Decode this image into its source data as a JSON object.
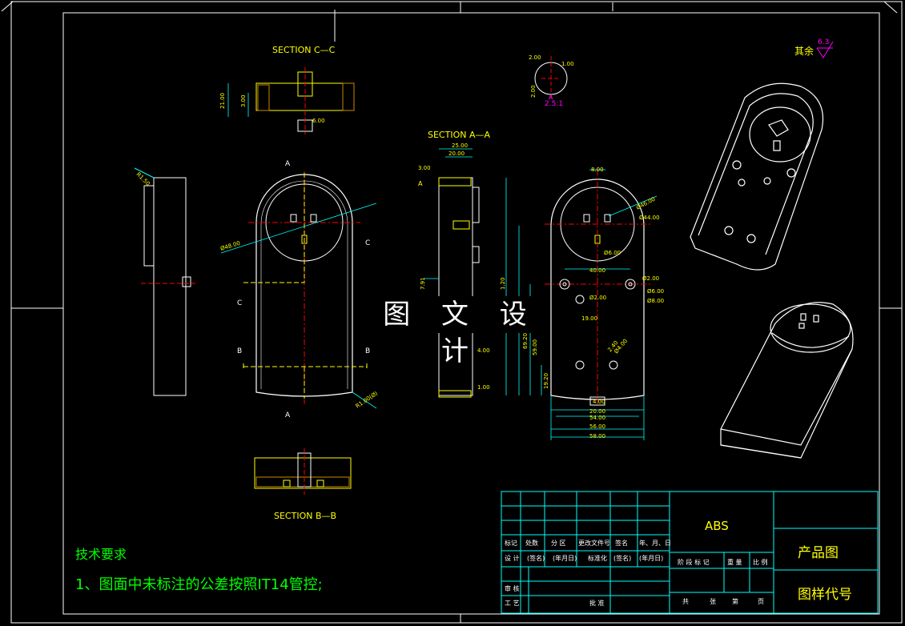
{
  "watermark": "图 文 设 计",
  "sections": {
    "cc": "SECTION C—C",
    "aa": "SECTION A—A",
    "bb": "SECTION B—B"
  },
  "markers": {
    "A": "A",
    "B": "B",
    "C": "C"
  },
  "detail": {
    "label": "A",
    "scale": "2.5:1",
    "d1": "2.00",
    "d2": "1.00",
    "d3": "2.00"
  },
  "roughness": {
    "prefix": "其余",
    "value": "6.3"
  },
  "tech_req": {
    "title": "技术要求",
    "line1": "1、图面中未标注的公差按照IT14管控;"
  },
  "dims": {
    "cc_w1": "21.00",
    "cc_w2": "3.00",
    "cc_w3": "6.00",
    "side_r": "R1.50",
    "front_d": "Ø48.00",
    "front_r": "R1.00(Ø)",
    "aa_25": "25.00",
    "aa_20": "20.00",
    "aa_3": "3.00",
    "aa_791": "7.91",
    "aa_4": "4.00",
    "aa_1": "1.00",
    "r_8": "8.00",
    "r_46": "Ø46.00",
    "r_44": "Ø44.00",
    "r_6": "Ø6.00",
    "r_40": "40.00",
    "r_2": "Ø2.00",
    "r_86": "Ø6.00",
    "r_8b": "Ø8.00",
    "r_19": "19.00",
    "r_e2": "Ø2.00",
    "r_540": "Ø4.00",
    "r_692": "69.20",
    "r_590": "59.00",
    "r_1920": "19.20",
    "r_120": "1.20",
    "r_20": "20.00",
    "r_54": "54.00",
    "r_56": "56.00",
    "r_58": "58.00",
    "r_4": "4.00",
    "r_240": "2.40"
  },
  "title_block": {
    "material": "ABS",
    "product": "产品图",
    "code": "图样代号",
    "row1": [
      "标记",
      "处数",
      "分 区",
      "更改文件号",
      "签名",
      "年、月、日"
    ],
    "row2": [
      "设 计",
      "(签名)",
      "(年月日)",
      "标准化",
      "(签名)",
      "(年月日)"
    ],
    "row3": [
      "审 核"
    ],
    "row4": [
      "工 艺",
      "批 准"
    ],
    "stage": [
      "阶 段 标 记",
      "重 量",
      "比 例"
    ],
    "sheets": [
      "共",
      "张",
      "第",
      "页"
    ]
  },
  "colors": {
    "frame": "#ffffff",
    "outline": "#ffffff",
    "cyan": "#00ffff",
    "yellow": "#ffff00",
    "red": "#ff0000",
    "green": "#00ff00",
    "magenta": "#ff00ff",
    "table": "#00ffff",
    "table_text_yellow": "#ffff00",
    "table_text_green": "#00ff00"
  }
}
